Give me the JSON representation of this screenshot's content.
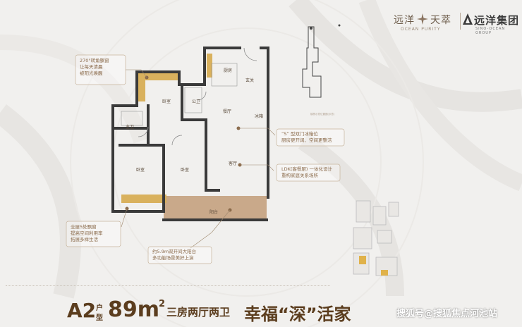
{
  "brand": {
    "project_cn": "远洋",
    "project_cn2": "天萃",
    "project_en": "OCEAN PURITY",
    "group_cn": "远洋集团",
    "group_en": "SINO-OCEAN GROUP"
  },
  "callouts": {
    "c1": "270°转角飘窗\n让每天清晨\n被阳光唤醒",
    "c2": "“S” 型双门冰箱位\n厨房更开阔、空间更整洁",
    "c3": "LDK(客餐厨) 一体化设计\n重构家庭关系场所",
    "c4": "全屋5处飘窗\n提高空间利用率\n拓展多样生活",
    "c5": "约5.9m双开间大阳台\n多功能场景美好上演",
    "key_plan": "楼栋示意位置图(示意)"
  },
  "rooms": {
    "kitchen": "厨房",
    "entrance": "玄关",
    "bedroom_top": "卧室",
    "public_bath": "公卫",
    "restaurant": "餐厅",
    "fridge": "冰箱",
    "master_bath": "主卫",
    "bedroom_left": "卧室",
    "bedroom_mid": "卧室",
    "living": "客厅",
    "balcony": "阳台"
  },
  "footer": {
    "type_code": "A2",
    "type_suffix_top": "户",
    "type_suffix_bottom": "型",
    "area": "89m",
    "area_sup": "2",
    "layout": "三房两厅两卫",
    "slogan": "幸福“深”活家",
    "watermark": "搜狐号@搜狐焦点河池站"
  },
  "colors": {
    "accent": "#d9b15d",
    "balcony": "#c9a98a",
    "callout": "#8a6a4a",
    "title": "#5b3d1e",
    "wall": "#3a3a3a",
    "key_highlight": "#e0b24a"
  }
}
